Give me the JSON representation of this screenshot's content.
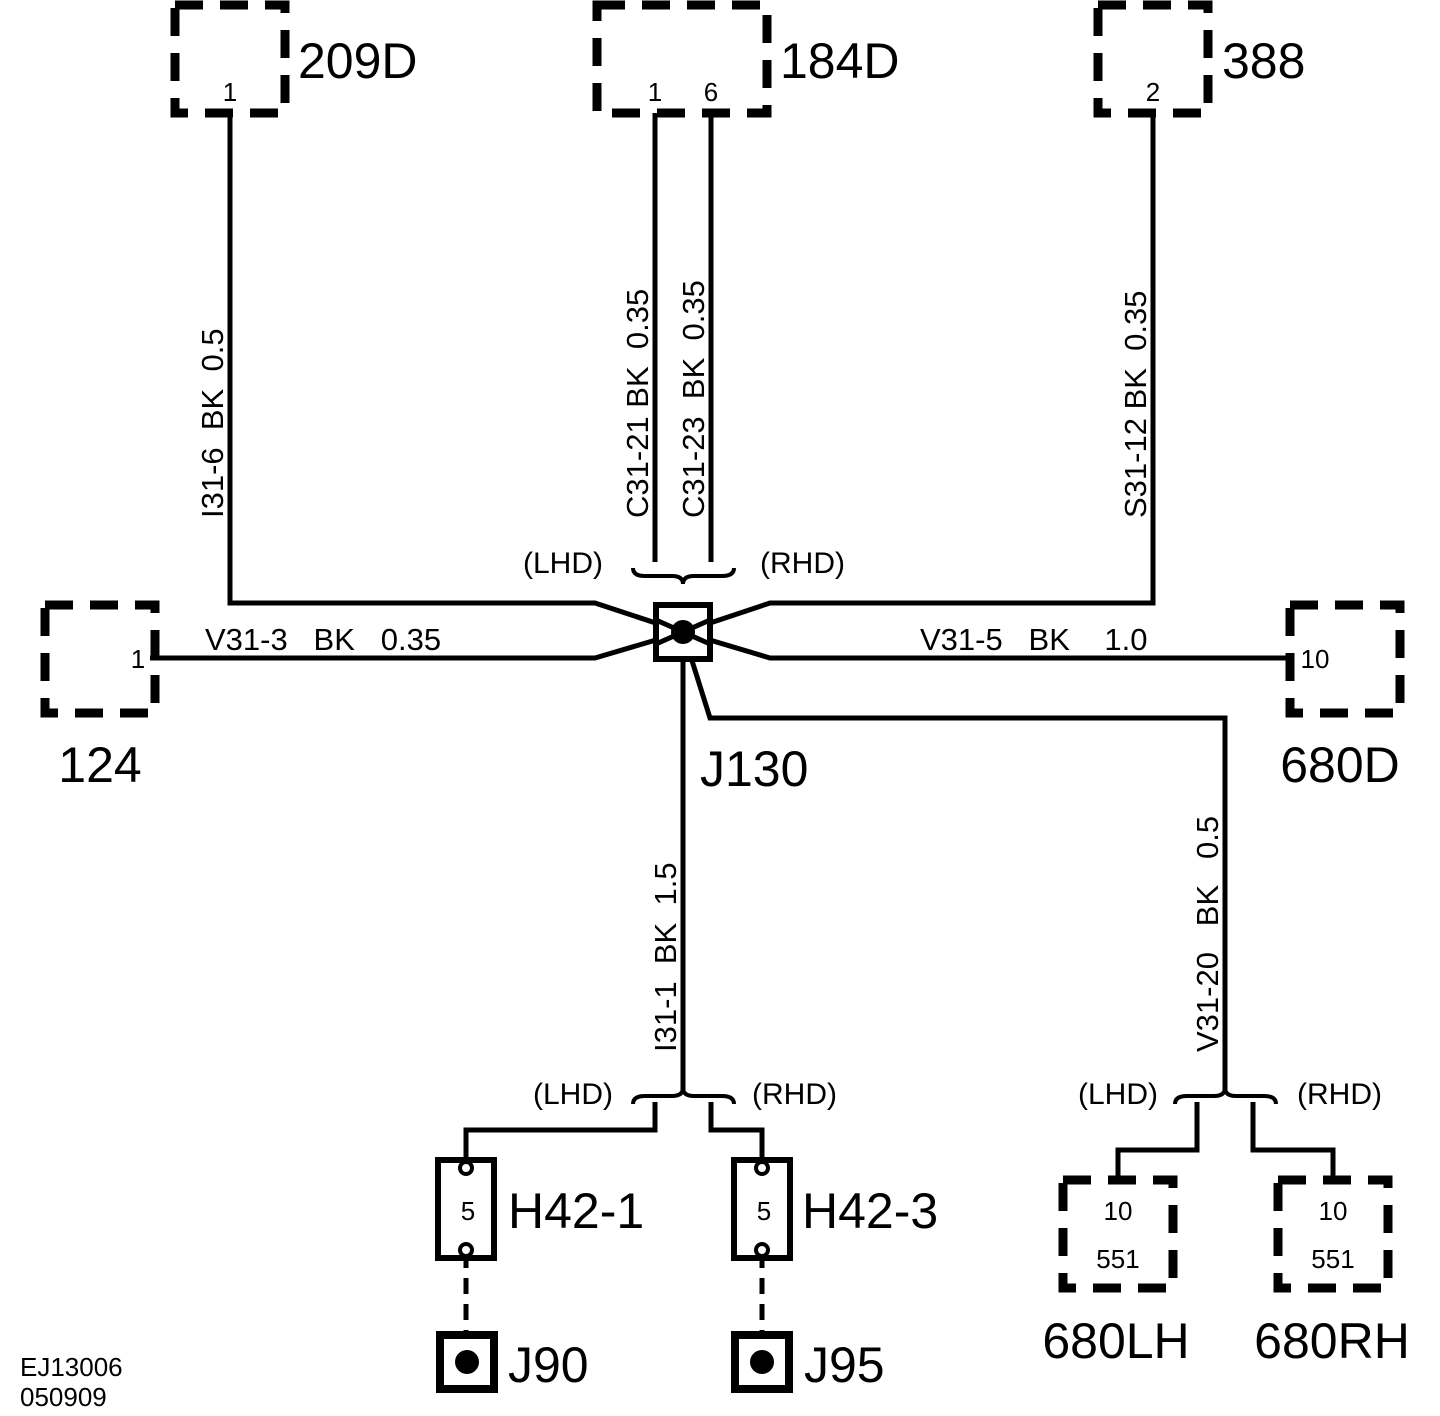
{
  "connectors": {
    "c209d": {
      "ref": "209D",
      "pin": "1"
    },
    "c184d": {
      "ref": "184D",
      "pin_a": "1",
      "pin_b": "6"
    },
    "c388": {
      "ref": "388",
      "pin": "2"
    },
    "c124": {
      "ref": "124",
      "pin": "1"
    },
    "c680d": {
      "ref": "680D",
      "pin": "10"
    },
    "c680lh": {
      "ref": "680LH",
      "pin": "10",
      "sub": "551"
    },
    "c680rh": {
      "ref": "680RH",
      "pin": "10",
      "sub": "551"
    }
  },
  "splice": {
    "ref": "J130"
  },
  "wires": {
    "i31_6": "I31-6  BK  0.5",
    "c31_21": "C31-21 BK  0.35",
    "c31_23": "C31-23  BK  0.35",
    "s31_12": "S31-12 BK  0.35",
    "v31_3": "V31-3   BK   0.35",
    "v31_5": "V31-5   BK    1.0",
    "i31_1": "I31-1  BK  1.5",
    "v31_20": "V31-20   BK   0.5"
  },
  "options": {
    "lhd": "(LHD)",
    "rhd": "(RHD)"
  },
  "devices": {
    "h42_1": {
      "ref": "H42-1",
      "pin": "5"
    },
    "h42_3": {
      "ref": "H42-3",
      "pin": "5"
    }
  },
  "grounds": {
    "j90": "J90",
    "j95": "J95"
  },
  "footer": {
    "code": "EJ13006",
    "date": "050909"
  }
}
